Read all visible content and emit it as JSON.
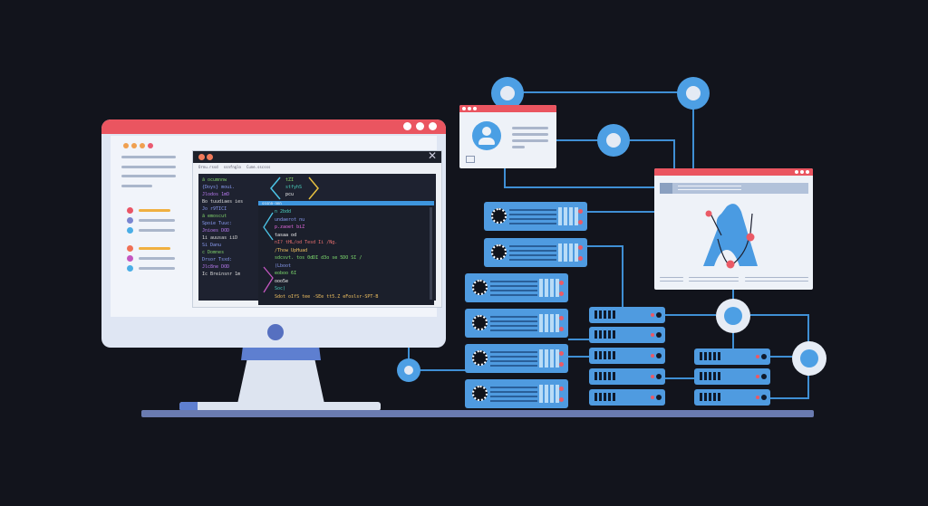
{
  "scene": {
    "title": "Development and server network illustration",
    "background": "#12141c",
    "accent_red": "#ea5560",
    "accent_blue": "#4f9be0",
    "line_color": "#3f8fd4"
  },
  "monitor": {
    "sidebar_dot_colors": [
      "#f0a050",
      "#f0a050",
      "#f0a050",
      "#ea5a70"
    ],
    "bullet_groups": [
      {
        "colors": [
          "#ea5566",
          "#7a86d0",
          "#4aaee6"
        ],
        "highlight": "#f0b040"
      },
      {
        "colors": [
          "#f07055",
          "#c456c0",
          "#4aaee6"
        ],
        "highlight": "#f0b040"
      }
    ],
    "editor": {
      "close_glyph": "✕",
      "tabs": [
        "Ornu.rssd",
        "ssnfnglo",
        "Cune.sscsss"
      ],
      "code_left": [
        {
          "text": "ā ocumnnw",
          "color": "#7fd06a"
        },
        {
          "text": "  {Doys} moui.",
          "color": "#8a9cf2"
        },
        {
          "text": "  Jlodos 1mD",
          "color": "#b87af0"
        },
        {
          "text": "  Bo tuudiaes ies",
          "color": "#dcdcdc"
        },
        {
          "text": "Jo r9TICI",
          "color": "#8a9cf2"
        },
        {
          "text": "ā emoscut",
          "color": "#7fd06a"
        },
        {
          "text": "  Spoie Tuuc:",
          "color": "#8a9cf2"
        },
        {
          "text": "  Jnioes DOD",
          "color": "#b87af0"
        },
        {
          "text": "  1i auusas iiD",
          "color": "#dcdcdc"
        },
        {
          "text": "Si Danu",
          "color": "#8a9cf2"
        },
        {
          "text": "c Domnes",
          "color": "#7fd06a"
        },
        {
          "text": "  Drsor Tsxd:",
          "color": "#8a9cf2"
        },
        {
          "text": "  Jlc8ne DOD",
          "color": "#b87af0"
        },
        {
          "text": "  Ic Breinsnr 1m",
          "color": "#dcdcdc"
        }
      ],
      "code_top": [
        {
          "text": "  tZI",
          "color": "#8fdb6a"
        },
        {
          "text": "  stfyhS",
          "color": "#4cd2c0"
        },
        {
          "text": "  pcu",
          "color": "#f4f4f4"
        }
      ],
      "pane_title": "sssnn-nnn",
      "code_pane": [
        {
          "text": "  n 2bdd",
          "color": "#4cd2c0"
        },
        {
          "text": "  undaerot nu",
          "color": "#8a9cf2"
        },
        {
          "text": "   p.zaoet biZ",
          "color": "#e66ae0"
        },
        {
          "text": "    tasaa od",
          "color": "#f4f4f4"
        },
        {
          "text": "nI?  tHL/od Tesd  Ii  /Ng.",
          "color": "#ea7070"
        },
        {
          "text": "/Thow UpHuad",
          "color": "#f0c060"
        },
        {
          "text": " sdcsvt.  tos  0dDI  d3o  se  5DO  SI /",
          "color": "#80e070"
        },
        {
          "text": "    (Lboot",
          "color": "#8a9cf2"
        },
        {
          "text": "     eoboo 6I",
          "color": "#80e070"
        },
        {
          "text": "     ooo5e",
          "color": "#f4f4f4"
        },
        {
          "text": "  Soc)",
          "color": "#4cd2c0"
        },
        {
          "text": " Sdot oIfS  tee  -SEe  tt5.Z  eFoslsr-SPT-B",
          "color": "#f0c060"
        }
      ]
    }
  },
  "cards": {
    "profile": {
      "icon": "user-avatar-icon",
      "footer_icon": "chat-icon"
    },
    "design": {
      "icon": "vector-pen-A-icon",
      "letter_color": "#4a9be2",
      "anchor_color": "#ea5a66"
    }
  },
  "servers": {
    "rack_left_count": 6,
    "rack_mid_count": 5,
    "rack_right_count": 3
  }
}
